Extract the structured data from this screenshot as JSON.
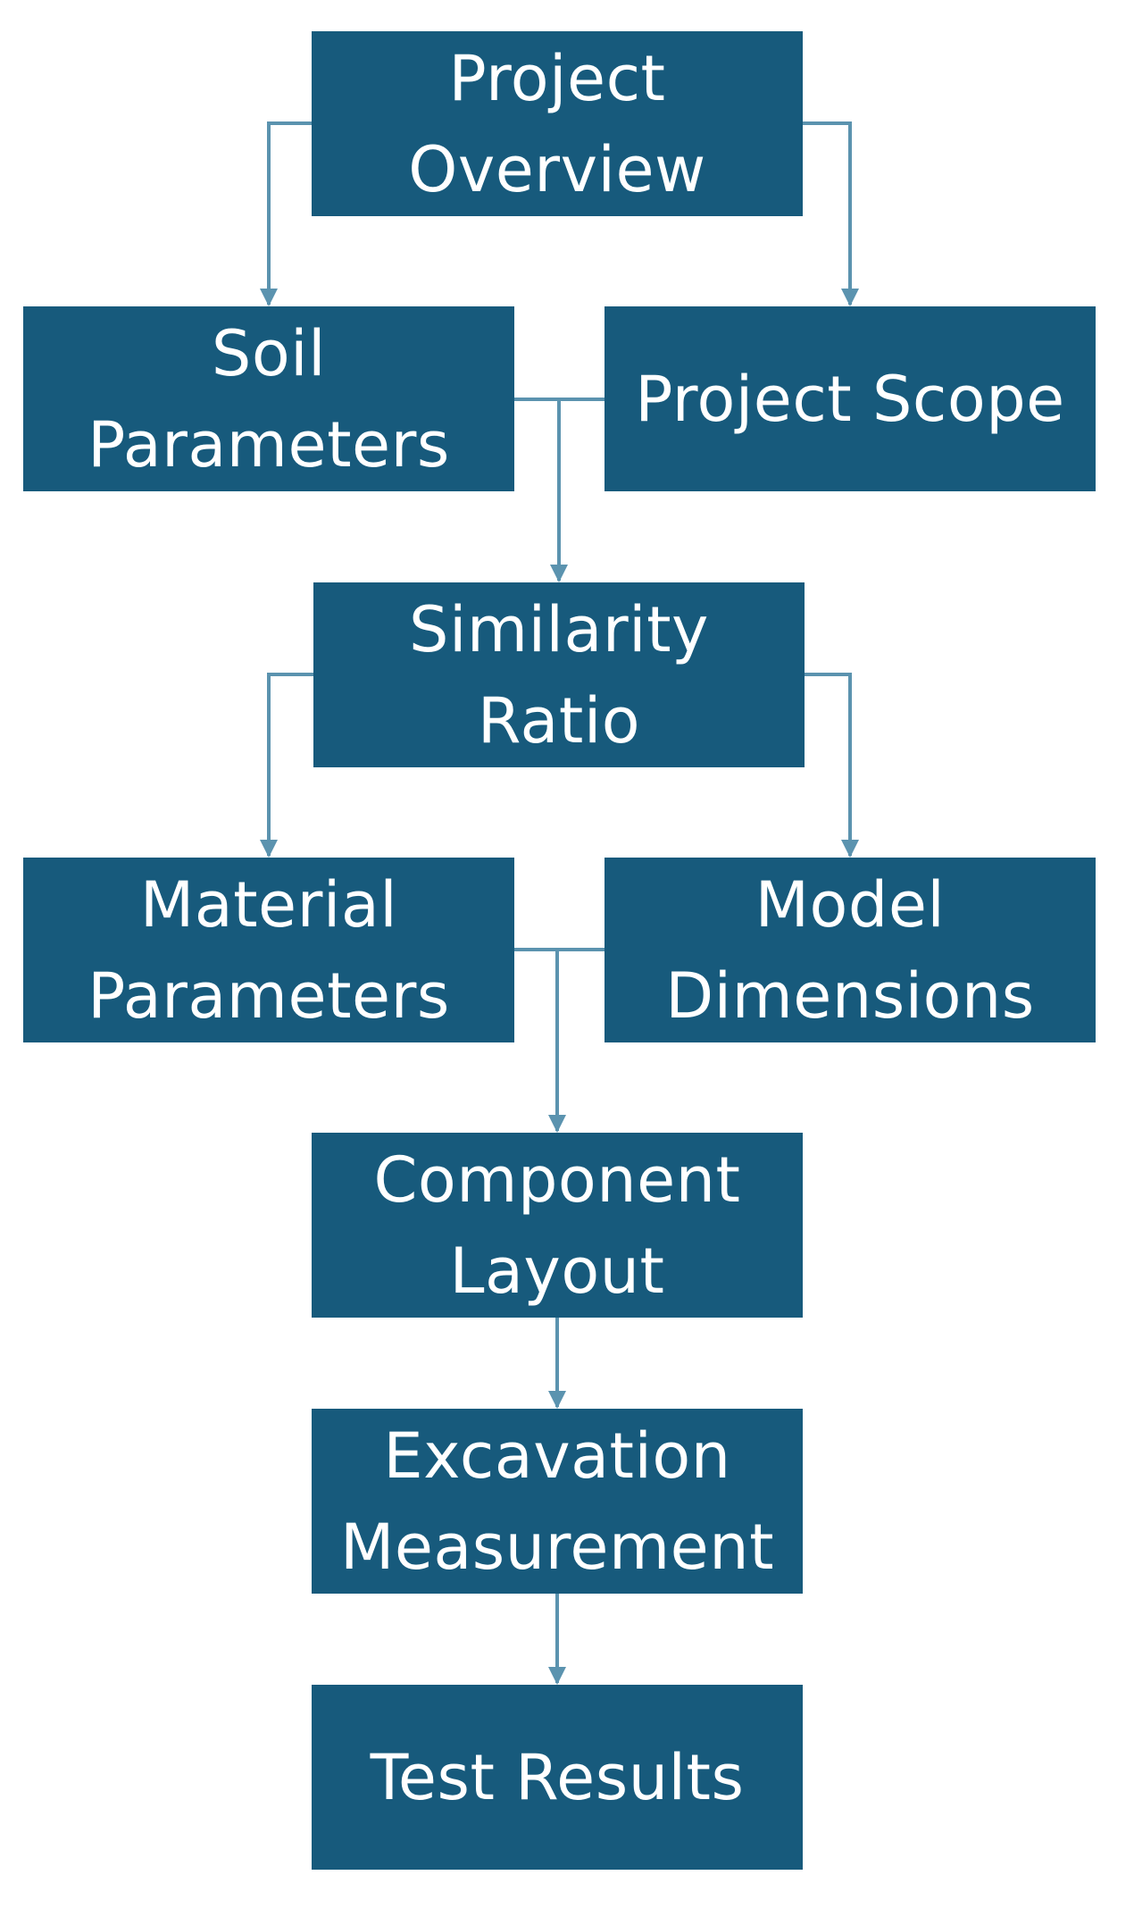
{
  "colors": {
    "box_fill": "#175A7C",
    "box_text": "#ffffff",
    "connector": "#5B93AF"
  },
  "nodes": {
    "project_overview": "Project Overview",
    "soil_parameters": "Soil Parameters",
    "project_scope": "Project Scope",
    "similarity_ratio": "Similarity Ratio",
    "material_parameters": "Material Parameters",
    "model_dimensions": "Model Dimensions",
    "component_layout": "Component Layout",
    "excavation_measurement": "Excavation Measurement",
    "test_results": "Test Results"
  }
}
